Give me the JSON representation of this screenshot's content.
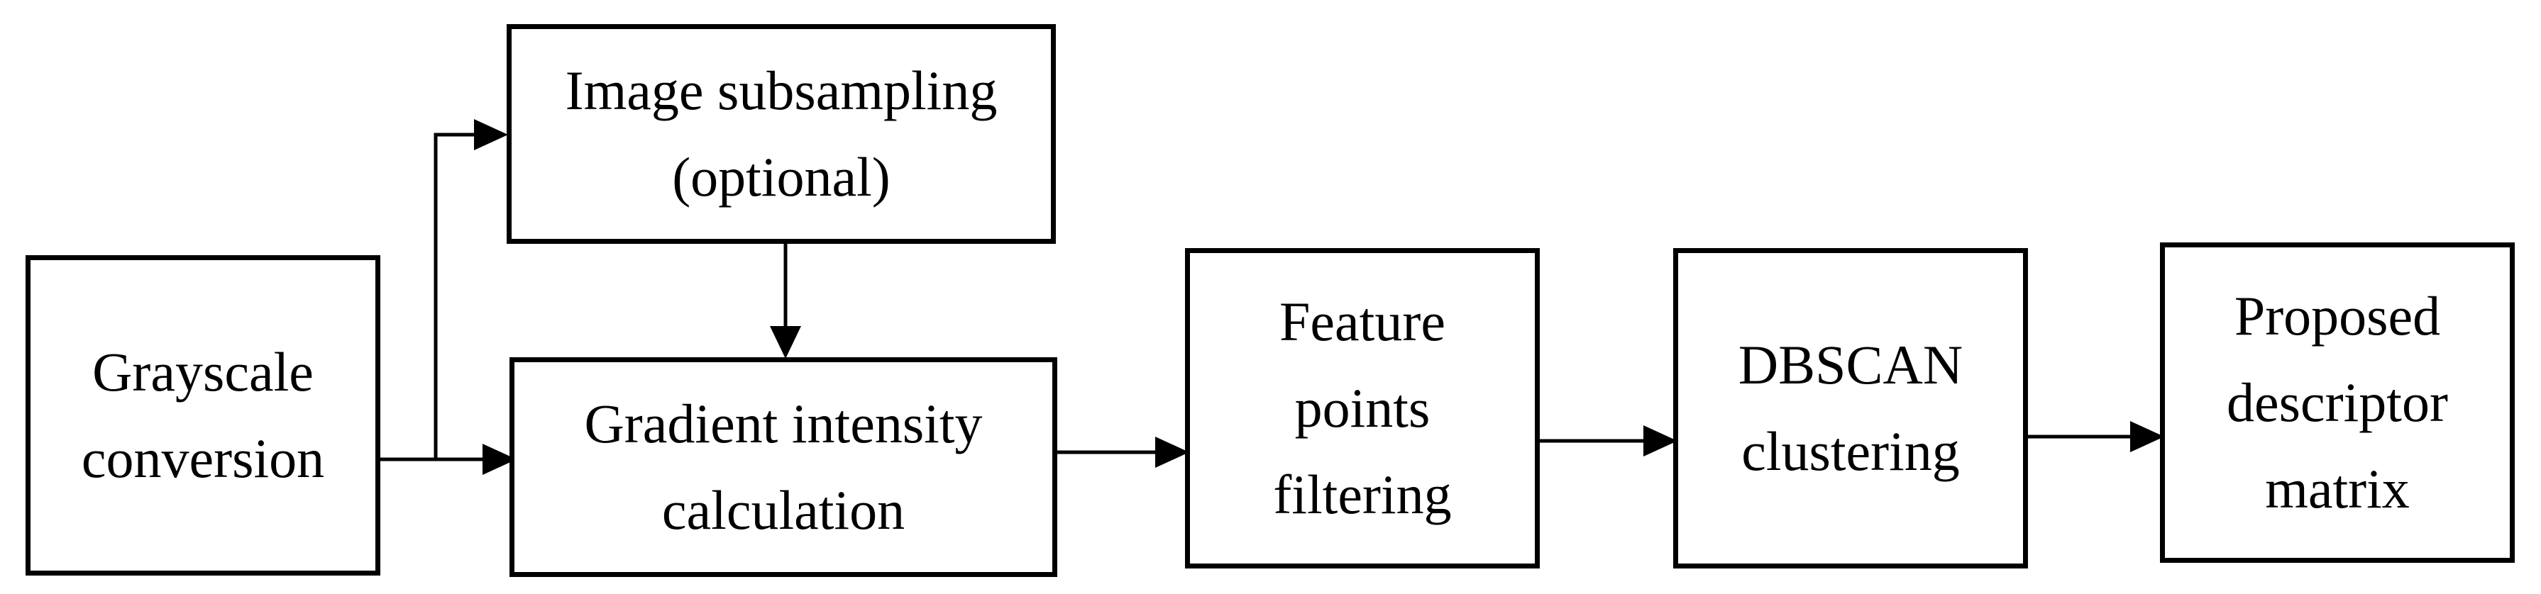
{
  "diagram": {
    "nodes": {
      "grayscale": {
        "lines": [
          "Grayscale",
          "conversion"
        ]
      },
      "subsampling": {
        "lines": [
          "Image subsampling",
          "(optional)"
        ]
      },
      "gradient": {
        "lines": [
          "Gradient intensity",
          "calculation"
        ]
      },
      "filtering": {
        "lines": [
          "Feature",
          "points",
          "filtering"
        ]
      },
      "dbscan": {
        "lines": [
          "DBSCAN",
          "clustering"
        ]
      },
      "descriptor": {
        "lines": [
          "Proposed",
          "descriptor",
          "matrix"
        ]
      }
    },
    "edges": [
      {
        "from": "grayscale",
        "to": "subsampling"
      },
      {
        "from": "grayscale",
        "to": "gradient"
      },
      {
        "from": "subsampling",
        "to": "gradient"
      },
      {
        "from": "gradient",
        "to": "filtering"
      },
      {
        "from": "filtering",
        "to": "dbscan"
      },
      {
        "from": "dbscan",
        "to": "descriptor"
      }
    ],
    "colors": {
      "stroke": "#000000",
      "background": "#ffffff",
      "text": "#000000"
    }
  }
}
